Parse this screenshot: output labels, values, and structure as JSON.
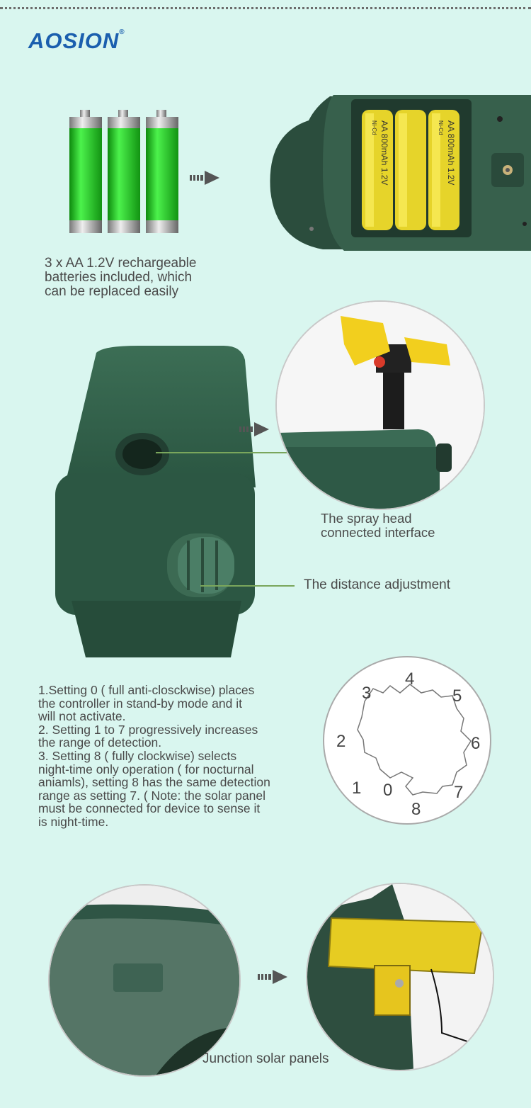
{
  "brand": {
    "name": "AOSION",
    "mark": "®"
  },
  "batteries": {
    "caption_lines": [
      "3 x AA 1.2V rechargeable",
      "batteries included, which",
      "can be replaced easily"
    ],
    "label_lines": [
      "AA 800mAh 1.2V",
      "Ni-Cd"
    ]
  },
  "spray_head": {
    "caption_lines": [
      "The spray head",
      "connected interface"
    ]
  },
  "distance": {
    "caption": "The distance adjustment"
  },
  "settings": {
    "lines": [
      "1.Setting 0 ( full anti-closckwise) places",
      "the controller in stand-by mode and it",
      "will not activate.",
      "2. Setting 1 to 7 progressively increases",
      "the range of detection.",
      "3. Setting 8 ( fully clockwise) selects",
      "night-time only operation ( for nocturnal",
      "aniamls), setting 8 has the same detection",
      "range as setting 7. ( Note: the solar panel",
      "must be connected for device to sense it",
      "is night-time."
    ],
    "dial_numbers": [
      "0",
      "1",
      "2",
      "3",
      "4",
      "5",
      "6",
      "7",
      "8"
    ]
  },
  "solar": {
    "caption": "Junction solar panels"
  },
  "colors": {
    "background": "#d9f6ef",
    "device_green": "#2f5a45",
    "battery_green": "#22cc22",
    "battery_yellow": "#f2e23a",
    "leader_line": "#7aa65c"
  }
}
